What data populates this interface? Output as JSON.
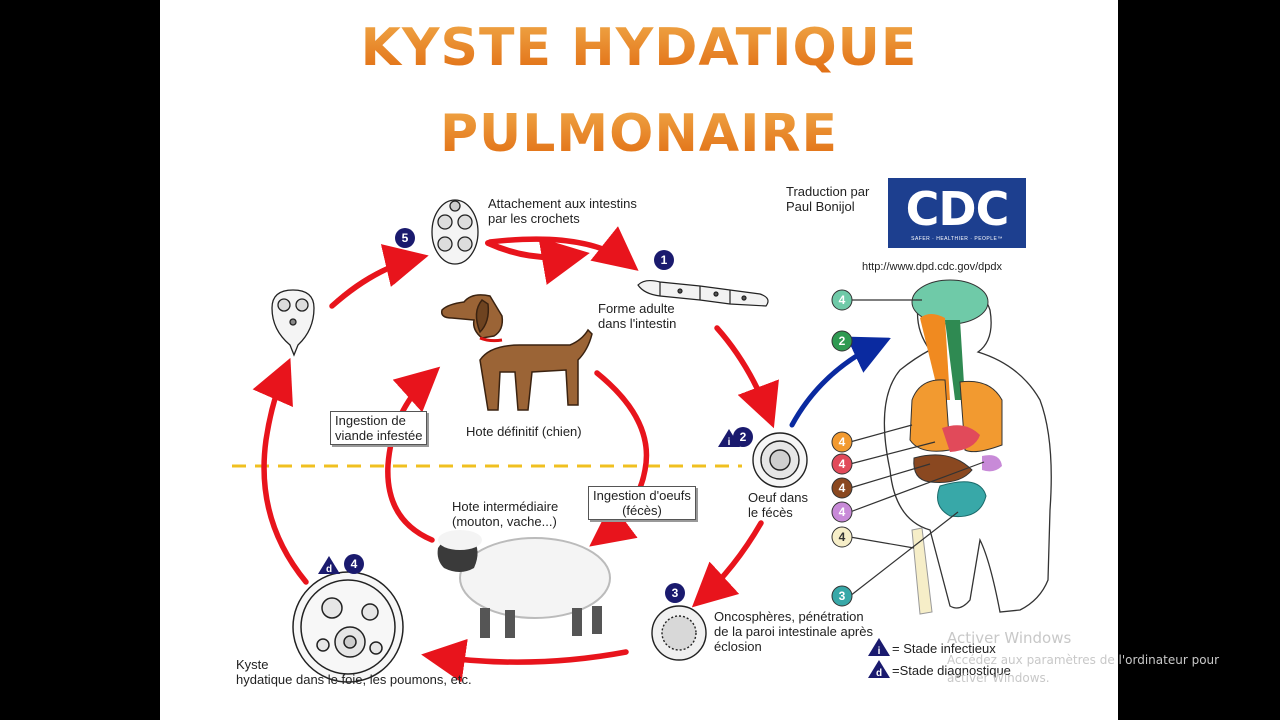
{
  "title_line1": "KYSTE HYDATIQUE",
  "title_line2": "PULMONAIRE",
  "credit": "Traduction par\nPaul Bonijol",
  "cdc": {
    "logo": "CDC",
    "tagline": "SAFER · HEALTHIER · PEOPLE™",
    "url": "http://www.dpd.cdc.gov/dpdx"
  },
  "labels": {
    "attachment": "Attachement aux intestins\npar les crochets",
    "adult": "Forme adulte\ndans l'intestin",
    "egg": "Oeuf dans\nle fécès",
    "oncosphere": "Oncosphères, pénétration\nde la paroi intestinale après\néclosion",
    "cyst": "Kyste\nhydatique dans le foie, les poumons, etc.",
    "definitive_host": "Hote définitif (chien)",
    "intermediate_host": "Hote intermédiaire\n(mouton, vache...)",
    "ingestion_meat": "Ingestion de\nviande infestée",
    "ingestion_eggs": "Ingestion d'oeufs\n(fécès)"
  },
  "steps": {
    "s1": "1",
    "s2": "2",
    "s3": "3",
    "s4": "4",
    "s5": "5",
    "i": "i",
    "d": "d"
  },
  "legend": {
    "infectious": "= Stade infectieux",
    "diagnostic": "=Stade diagnostique"
  },
  "watermark": {
    "line1": "Activer Windows",
    "line2": "Accédez aux paramètres de l'ordinateur pour",
    "line3": "activer Windows."
  },
  "colors": {
    "arrow_red": "#e8141c",
    "arrow_blue": "#0a2aa0",
    "step_navy": "#1a1a6e",
    "title_orange": "#e77b1c"
  }
}
